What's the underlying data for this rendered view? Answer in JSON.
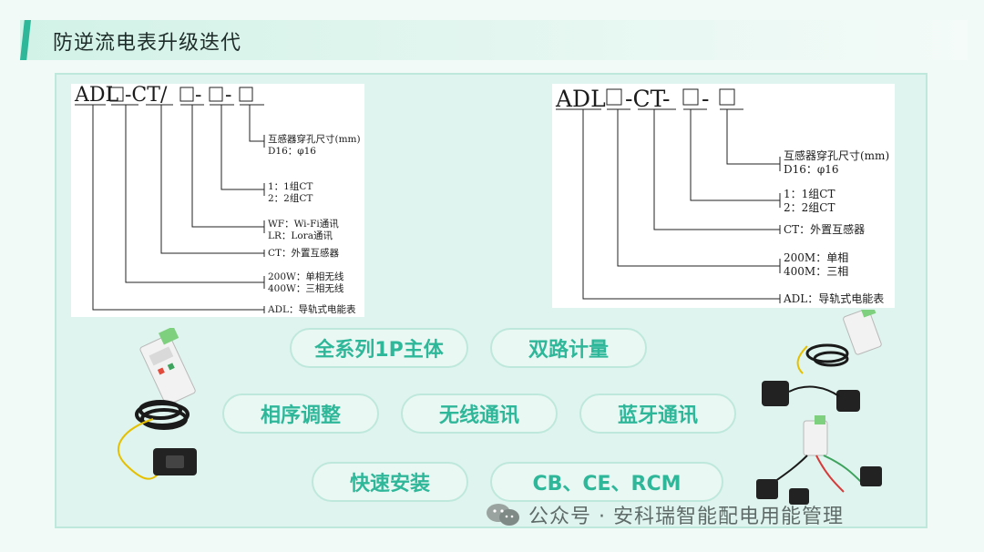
{
  "header": {
    "title": "防逆流电表升级迭代"
  },
  "diagram_left": {
    "prefix": "ADL",
    "mid": "-CT/",
    "dash1": "-",
    "dash2": "-",
    "labels": [
      [
        "互感器穿孔尺寸(mm)",
        "D16：φ16"
      ],
      [
        "1：1组CT",
        "2：2组CT"
      ],
      [
        "WF：Wi-Fi通讯",
        "LR：Lora通讯"
      ],
      [
        "CT：外置互感器"
      ],
      [
        "200W：单相无线",
        "400W：三相无线"
      ],
      [
        "ADL：导轨式电能表"
      ]
    ]
  },
  "diagram_right": {
    "prefix": "ADL",
    "mid": "-CT-",
    "dash1": "-",
    "labels": [
      [
        "互感器穿孔尺寸(mm)",
        "D16：φ16"
      ],
      [
        "1：1组CT",
        "2：2组CT"
      ],
      [
        "CT：外置互感器"
      ],
      [
        "200M：单相",
        "400M：三相"
      ],
      [
        "ADL：导轨式电能表"
      ]
    ]
  },
  "features": [
    "全系列1P主体",
    "双路计量",
    "相序调整",
    "无线通讯",
    "蓝牙通讯",
    "快速安装",
    "CB、CE、RCM"
  ],
  "watermark": {
    "text": "公众号 · 安科瑞智能配电用能管理"
  },
  "colors": {
    "accent": "#2fb79a",
    "pill_border": "#bfe8dc",
    "panel": "#dff4ee"
  }
}
